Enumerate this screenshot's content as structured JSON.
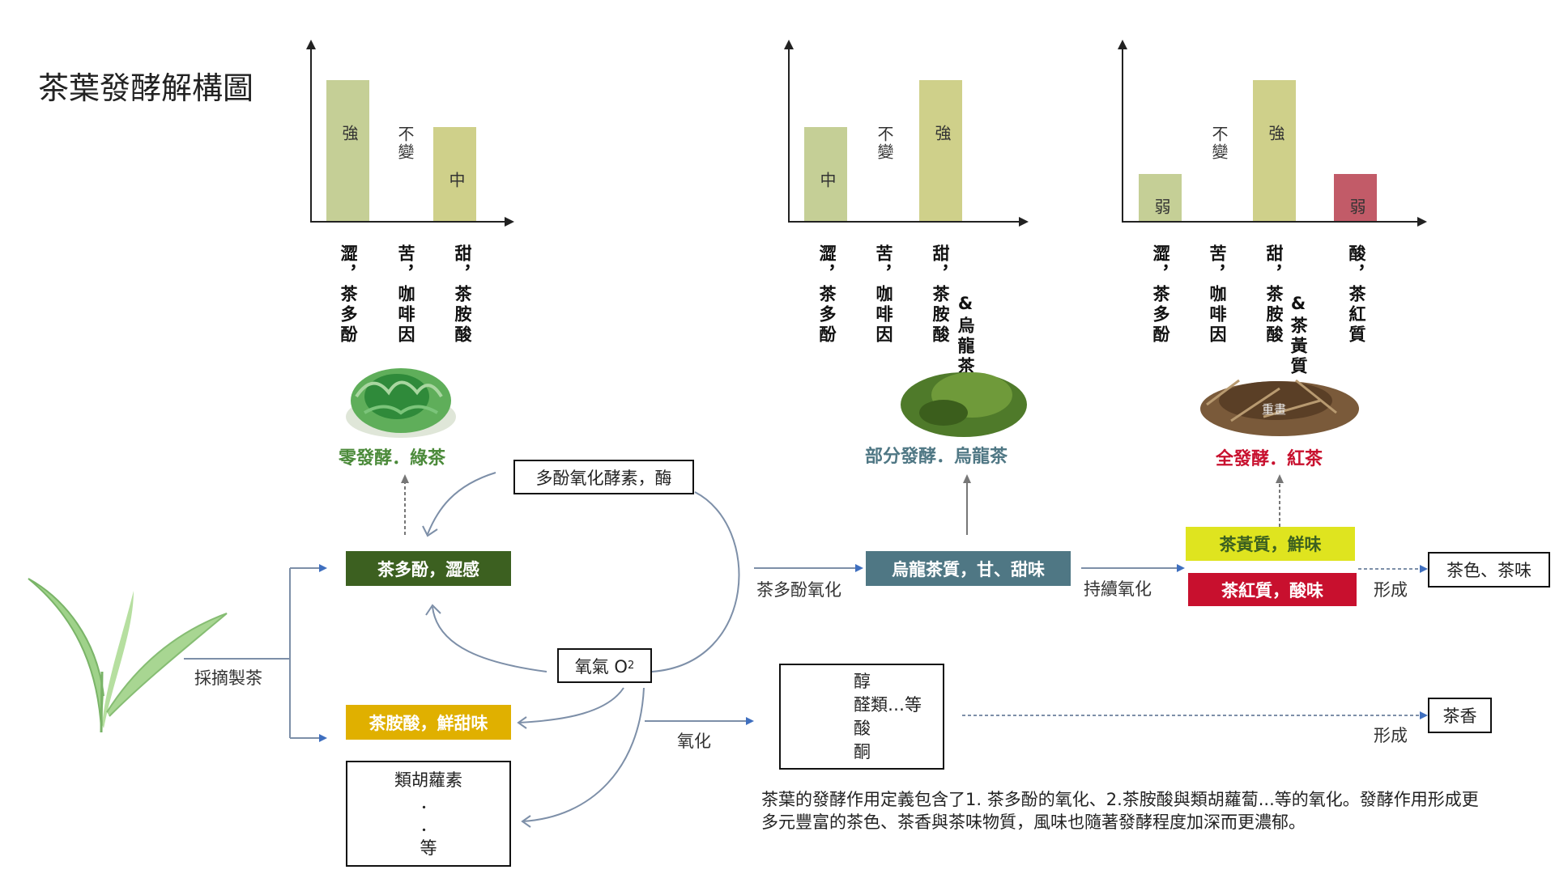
{
  "title": "茶葉發酵解構圖",
  "colors": {
    "green_bar": "#c5cf96",
    "yellow_bar": "#cfd08a",
    "red_bar": "#c25b68",
    "polyphenol_box": "#3c6020",
    "theanine_box": "#e0b000",
    "oolong_box": "#4f7784",
    "theaflavin_box": "#dfe41f",
    "thearubigin_box": "#c8102e",
    "connector": "#7d8fa8"
  },
  "chart_data": [
    {
      "type": "bar",
      "title": "零發酵．綠茶",
      "level_scale": {
        "弱": 1,
        "中": 2,
        "強": 3,
        "不變": 0
      },
      "categories": [
        "澀，茶多酚",
        "苦，咖啡因",
        "甜，茶胺酸"
      ],
      "values": [
        3,
        0,
        2
      ],
      "bar_labels": [
        "強",
        "不變",
        "中"
      ],
      "bar_colors": [
        "#c5cf96",
        "none",
        "#cfd08a"
      ]
    },
    {
      "type": "bar",
      "title": "部分發酵．烏龍茶",
      "categories": [
        "澀，茶多酚",
        "苦，咖啡因",
        "甜，茶胺酸&烏龍茶質"
      ],
      "values": [
        2,
        0,
        3
      ],
      "bar_labels": [
        "中",
        "不變",
        "強"
      ],
      "bar_colors": [
        "#c5cf96",
        "none",
        "#cfd08a"
      ]
    },
    {
      "type": "bar",
      "title": "全發酵．紅茶",
      "categories": [
        "澀，茶多酚",
        "苦，咖啡因",
        "甜，茶胺酸&茶黃質",
        "酸，茶紅質"
      ],
      "values": [
        1,
        0,
        3,
        1
      ],
      "bar_labels": [
        "弱",
        "不變",
        "強",
        "弱"
      ],
      "bar_colors": [
        "#c5cf96",
        "none",
        "#cfd08a",
        "#c25b68"
      ]
    }
  ],
  "charts": [
    {
      "axis_labels": [
        "澀，茶多酚",
        "苦，咖啡因",
        "甜，茶胺酸"
      ],
      "extra_labels": [],
      "caption": "零發酵．綠茶"
    },
    {
      "axis_labels": [
        "澀，茶多酚",
        "苦，咖啡因",
        "甜，茶胺酸"
      ],
      "extra_labels": [
        "&烏龍茶質"
      ],
      "caption": "部分發酵．烏龍茶"
    },
    {
      "axis_labels": [
        "澀，茶多酚",
        "苦，咖啡因",
        "甜，茶胺酸",
        "酸，茶紅質"
      ],
      "extra_labels": [
        "&茶黃質"
      ],
      "caption": "全發酵．紅茶",
      "image_watermark": "重畫"
    }
  ],
  "flow": {
    "pick_label": "採摘製茶",
    "polyphenol": "茶多酚，澀感",
    "theanine": "茶胺酸，鮮甜味",
    "carotene": [
      "類胡蘿素",
      "．",
      "．",
      "等"
    ],
    "enzyme": "多酚氧化酵素，酶",
    "oxygen": "氧氣 O",
    "oxygen_sub": "2",
    "polyphenol_oxidation": "茶多酚氧化",
    "oolong": "烏龍茶質，甘、甜味",
    "continued_oxidation": "持續氧化",
    "theaflavin": "茶黃質，鮮味",
    "thearubigin": "茶紅質，酸味",
    "forms_1": "形成",
    "color_taste": "茶色、茶味",
    "oxidation": "氧化",
    "aroma_compounds": [
      "醇",
      "醛類…等",
      "酸",
      "酮"
    ],
    "forms_2": "形成",
    "aroma": "茶香"
  },
  "description": "茶葉的發酵作用定義包含了1. 茶多酚的氧化、2.茶胺酸與類胡蘿蔔...等的氧化。發酵作用形成更多元豐富的茶色、茶香與茶味物質，風味也隨著發酵程度加深而更濃郁。"
}
